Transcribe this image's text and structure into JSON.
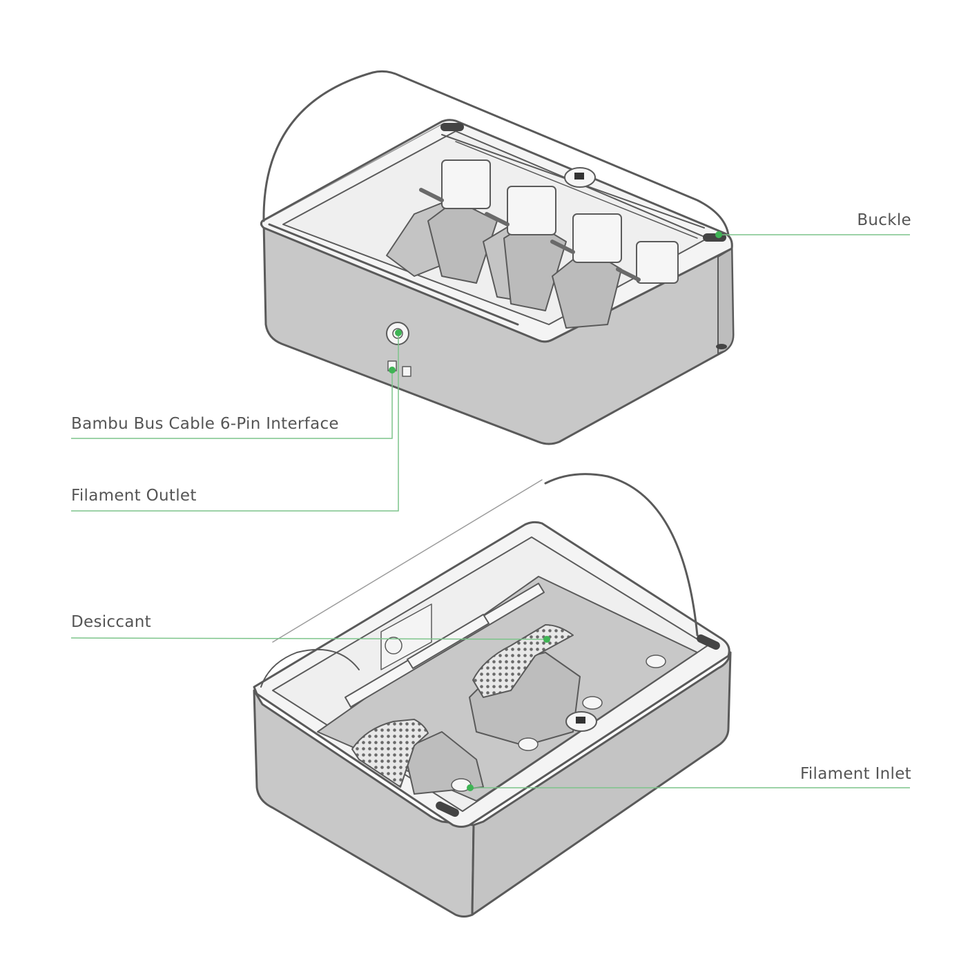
{
  "callouts": {
    "buckle": "Buckle",
    "bus_cable": "Bambu Bus Cable 6-Pin Interface",
    "filament_outlet": "Filament Outlet",
    "desiccant": "Desiccant",
    "filament_inlet": "Filament Inlet"
  },
  "colors": {
    "body_fill": "#c8c8c8",
    "outline": "#5a5a5a",
    "leader_line": "#7cc48a",
    "marker_dot": "#3fb455",
    "label_text": "#555555"
  }
}
